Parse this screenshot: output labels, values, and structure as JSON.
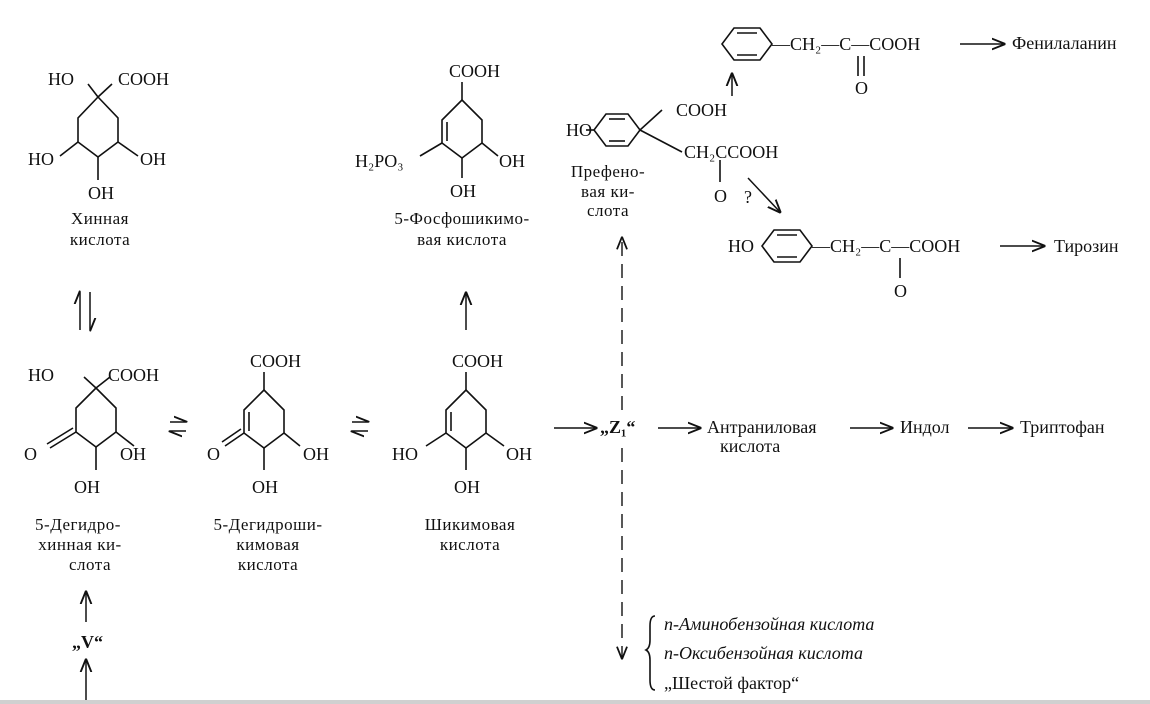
{
  "compounds": {
    "quinic": {
      "caption": [
        "Хинная",
        "кислота"
      ],
      "labels": {
        "ho_top": "HO",
        "cooh": "COOH",
        "ho_left": "HO",
        "oh_right": "OH",
        "oh_bottom": "OH"
      }
    },
    "phosphoshikimic": {
      "caption": [
        "5-Фосфошикимо-",
        "вая кислота"
      ],
      "labels": {
        "cooh": "COOH",
        "h2po3": "H₂PO₃",
        "oh_right": "OH",
        "oh_bottom": "OH"
      }
    },
    "dehydroquinic": {
      "caption": [
        "5-Дегидро-",
        "хинная ки-",
        "слота"
      ],
      "labels": {
        "ho_top": "HO",
        "cooh": "COOH",
        "o_left": "O",
        "oh_right": "OH",
        "oh_bottom": "OH"
      }
    },
    "dehydroshikimic": {
      "caption": [
        "5-Дегидроши-",
        "кимовая",
        "кислота"
      ],
      "labels": {
        "cooh": "COOH",
        "o_left": "O",
        "oh_right": "OH",
        "oh_bottom": "OH"
      }
    },
    "shikimic": {
      "caption": [
        "Шикимовая",
        "кислота"
      ],
      "labels": {
        "cooh": "COOH",
        "ho_left": "HO",
        "oh_right": "OH",
        "oh_bottom": "OH"
      }
    },
    "prephenic": {
      "caption": [
        "Префено-",
        "вая ки-",
        "слота"
      ],
      "labels": {
        "ho": "HO",
        "cooh": "COOH",
        "ch2cooh": "CH₂CCOOH",
        "o": "O"
      }
    }
  },
  "phenylalanine_line": {
    "chain": "—CH₂—C—COOH",
    "o": "O",
    "product": "Фенилаланин"
  },
  "tyrosine_line": {
    "ho": "HO",
    "chain": "—CH₂—C—COOH",
    "o": "O",
    "product": "Тирозин",
    "question": "?"
  },
  "z1_line": {
    "z1": "„Z₁“",
    "anthranilic": [
      "Антраниловая",
      "кислота"
    ],
    "indole": "Индол",
    "tryptophan": "Триптофан"
  },
  "v_label": "„V“",
  "side_products": [
    "п-Аминобензойная кислота",
    "п-Оксибензойная кислота",
    "„Шестой фактор“"
  ]
}
